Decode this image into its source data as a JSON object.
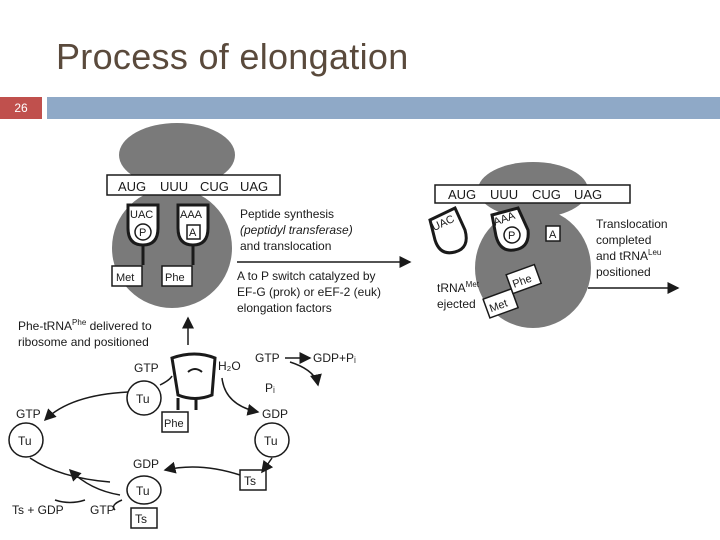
{
  "slide": {
    "title": "Process of elongation",
    "number": "26"
  },
  "diagram": {
    "codons": [
      "AUG",
      "UUU",
      "CUG",
      "UAG"
    ],
    "anticodons": [
      "UAC",
      "AAA"
    ],
    "site_p": "P",
    "site_a": "A",
    "aa_met": "Met",
    "aa_phe": "Phe",
    "peptide_label": [
      "Peptide synthesis",
      "(peptidyl transferase)",
      "and translocation"
    ],
    "switch_label": [
      "A to P switch catalyzed by",
      "EF-G (prok) or eEF-2 (euk)",
      "elongation factors"
    ],
    "trna_ejected": [
      "tRNA",
      "Met",
      "ejected"
    ],
    "transloc_label": [
      "Translocation",
      "completed",
      "and tRNA",
      "Leu",
      "positioned"
    ],
    "delivered_label": [
      "Phe-tRNA",
      "Phe",
      " delivered to",
      "ribosome and positioned"
    ],
    "gtp": "GTP",
    "gdp": "GDP",
    "tu": "Tu",
    "ts": "Ts",
    "h2o": "H₂O",
    "pi": "Pᵢ",
    "gdp_pi": "GDP+Pᵢ",
    "ts_gdp": "Ts + GDP"
  }
}
